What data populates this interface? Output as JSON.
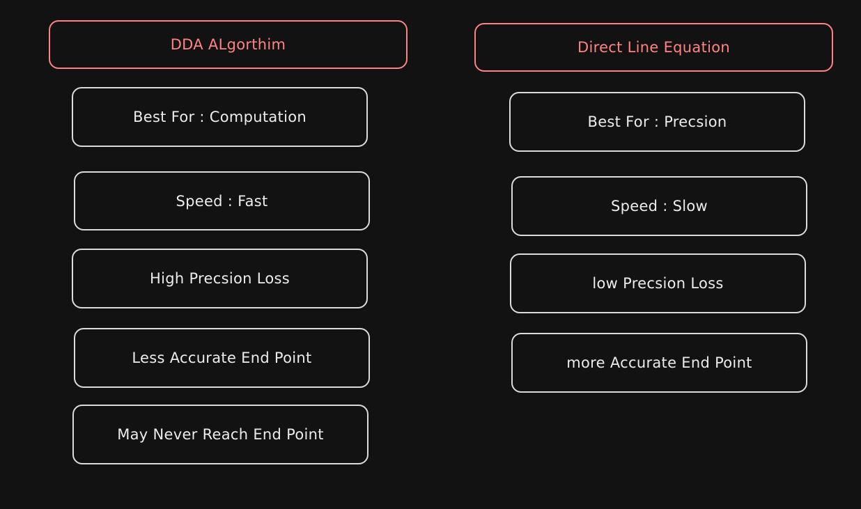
{
  "colors": {
    "background": "#121212",
    "header_stroke": "#ff8383",
    "item_stroke": "#dcdcdc",
    "item_text": "#ececec"
  },
  "left": {
    "header": "DDA ALgorthim",
    "items": [
      "Best For : Computation",
      "Speed : Fast",
      "High Precsion Loss",
      "Less Accurate End Point",
      "May Never Reach End Point"
    ]
  },
  "right": {
    "header": "Direct Line Equation",
    "items": [
      "Best For : Precsion",
      "Speed : Slow",
      "low Precsion Loss",
      "more Accurate End Point"
    ]
  }
}
